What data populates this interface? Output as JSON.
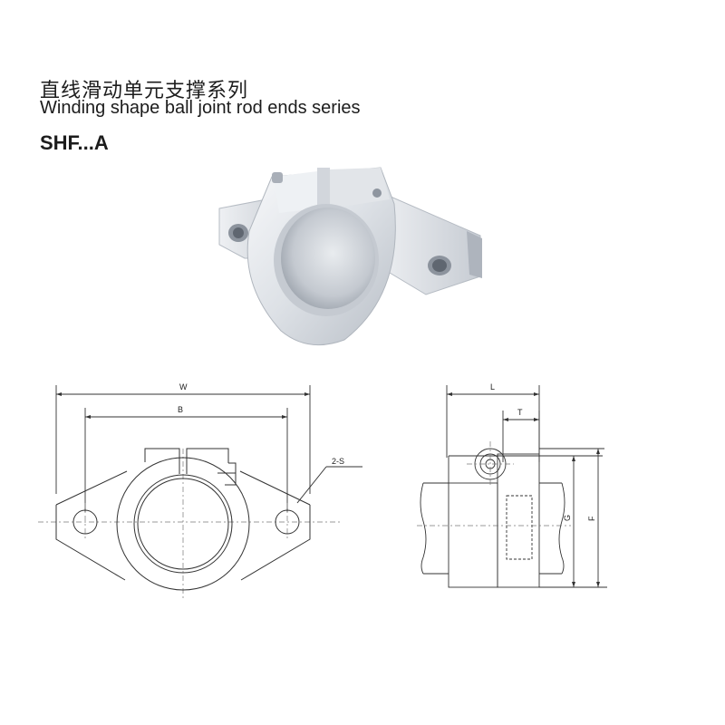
{
  "header": {
    "title_cn": "直线滑动单元支撑系列",
    "title_en": "Winding shape ball joint rod ends series",
    "model": "SHF...A"
  },
  "front_view": {
    "dim_w": "W",
    "dim_b": "B",
    "dim_hole": "2-S"
  },
  "side_view": {
    "dim_l": "L",
    "dim_t": "T",
    "dim_g": "G",
    "dim_f": "F"
  },
  "colors": {
    "line": "#333333",
    "center_line": "#777777",
    "metal_light": "#eef0f3",
    "metal_mid": "#c9ced6",
    "metal_dark": "#9aa1ab"
  }
}
